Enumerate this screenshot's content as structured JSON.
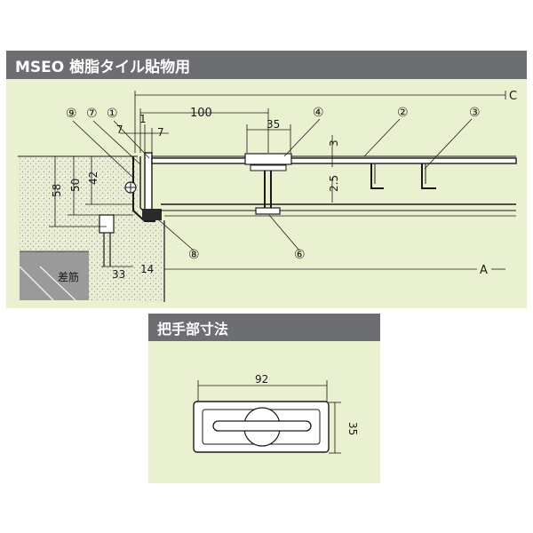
{
  "sections": {
    "main_title": "MSEO  樹脂タイル貼物用",
    "handle_title": "把手部寸法"
  },
  "part_labels": [
    "⑨",
    "⑦",
    "①",
    "④",
    "②",
    "③",
    "⑧",
    "⑥"
  ],
  "dimensions": {
    "d100": "100",
    "d35_top": "35",
    "d7_left": "7",
    "d7_right": "7",
    "d1": "1",
    "d3": "3",
    "d2_5": "2.5",
    "d58": "58",
    "d50": "50",
    "d42": "42",
    "d33": "33",
    "d14": "14",
    "dC": "C",
    "dA": "A",
    "handle_width": "92",
    "handle_height": "35"
  },
  "rebar_label": "差筋",
  "colors": {
    "header_bg": "#6d6e71",
    "panel_bg": "#e9f1d0",
    "concrete": "#ebeed6",
    "floor_gray": "#9a9a9a",
    "line": "#1a1a1a"
  }
}
